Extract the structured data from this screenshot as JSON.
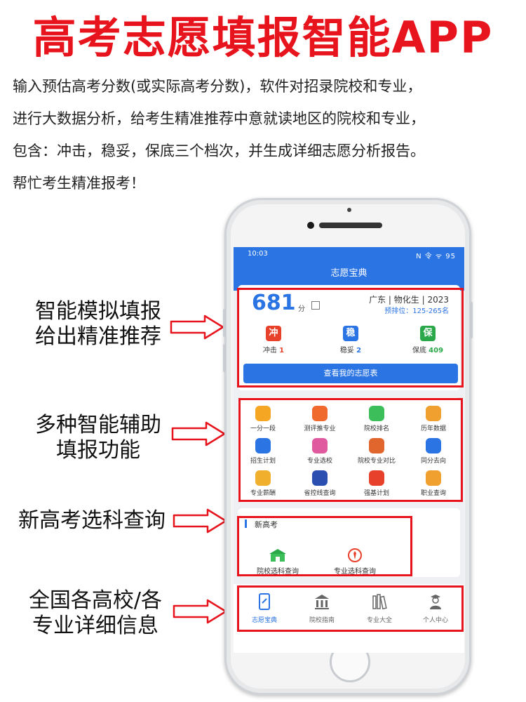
{
  "header": {
    "title": "高考志愿填报智能APP",
    "intro_lines": [
      "输入预估高考分数(或实际高考分数)，软件对招录院校和专业，",
      "进行大数据分析，给考生精准推荐中意就读地区的院校和专业，",
      "包含：冲击，稳妥，保底三个档次，并生成详细志愿分析报告。",
      "帮忙考生精准报考！"
    ]
  },
  "callouts": {
    "c1": [
      "智能模拟填报",
      "给出精准推荐"
    ],
    "c2": [
      "多种智能辅助",
      "填报功能"
    ],
    "c3": [
      "新高考选科查询"
    ],
    "c4": [
      "全国各高校/各",
      "专业详细信息"
    ]
  },
  "colors": {
    "accent": "#e8141d",
    "brand": "#2b74e3",
    "chong": "#e8412b",
    "wen": "#2b74e3",
    "bao": "#2aa84a"
  },
  "phone": {
    "status": {
      "time": "10:03",
      "icons": "N 令 ᯤ 95"
    },
    "app_title": "志愿宝典",
    "score": {
      "value": "681",
      "unit": "分"
    },
    "region": "广东 | 物化生 | 2023",
    "predict": "预排位：125-265名",
    "tiers": [
      {
        "badge": "冲",
        "label": "冲击",
        "count": "1"
      },
      {
        "badge": "稳",
        "label": "稳妥",
        "count": "2"
      },
      {
        "badge": "保",
        "label": "保底",
        "count": "409"
      }
    ],
    "cta": "查看我的志愿表",
    "tools": [
      {
        "label": "一分一段",
        "icon": "chart-icon",
        "color": "#f5a623"
      },
      {
        "label": "测评推专业",
        "icon": "diamond-icon",
        "color": "#f06a2e"
      },
      {
        "label": "院校排名",
        "icon": "bar-icon",
        "color": "#3cbf5a"
      },
      {
        "label": "历年数据",
        "icon": "wallet-icon",
        "color": "#f0a02e"
      },
      {
        "label": "招生计划",
        "icon": "person-icon",
        "color": "#2b74e3"
      },
      {
        "label": "专业选校",
        "icon": "flask-icon",
        "color": "#e05aa0"
      },
      {
        "label": "院校专业对比",
        "icon": "pencil-icon",
        "color": "#e0662e"
      },
      {
        "label": "同分去向",
        "icon": "signpost-icon",
        "color": "#2b74e3"
      },
      {
        "label": "专业薪酬",
        "icon": "document-icon",
        "color": "#f0b02e"
      },
      {
        "label": "省控线查询",
        "icon": "magnifier-icon",
        "color": "#2b4fb0"
      },
      {
        "label": "强基计划",
        "icon": "target-icon",
        "color": "#e8412b"
      },
      {
        "label": "职业查询",
        "icon": "medal-icon",
        "color": "#f0a02e"
      }
    ],
    "new_gaokao": {
      "title": "新高考",
      "items": [
        {
          "label": "院校选科查询",
          "icon": "school-icon"
        },
        {
          "label": "专业选科查询",
          "icon": "tie-icon"
        }
      ]
    },
    "nav": [
      {
        "label": "志愿宝典",
        "icon": "phone-book-icon",
        "active": true
      },
      {
        "label": "院校指南",
        "icon": "building-icon",
        "active": false
      },
      {
        "label": "专业大全",
        "icon": "books-icon",
        "active": false
      },
      {
        "label": "个人中心",
        "icon": "user-icon",
        "active": false
      }
    ]
  }
}
